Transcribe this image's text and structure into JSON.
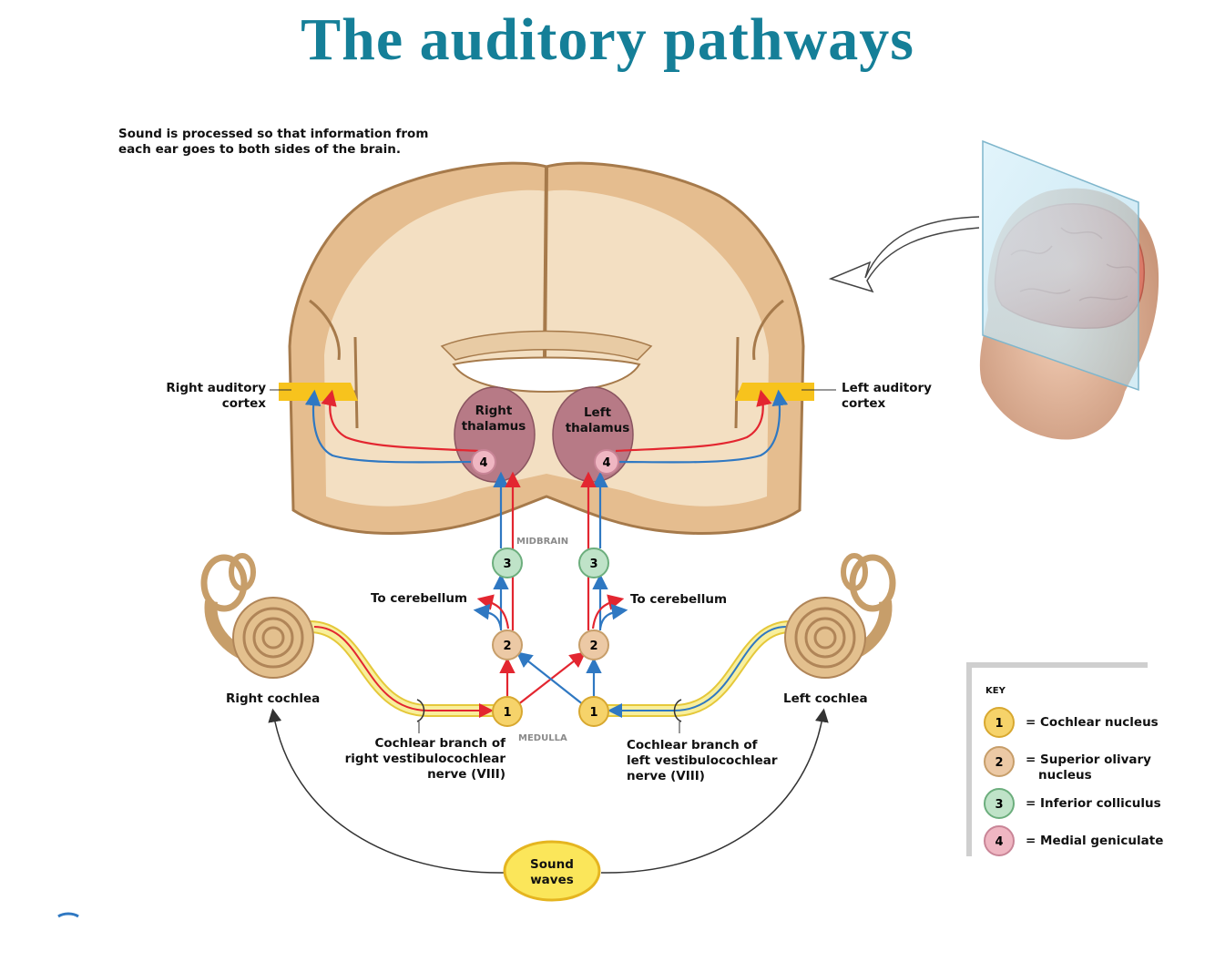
{
  "title": "The auditory pathways",
  "intro": [
    "Sound is processed so that information from",
    "each ear goes to both sides of the brain."
  ],
  "labels": {
    "right_auditory_cortex": [
      "Right auditory",
      "cortex"
    ],
    "left_auditory_cortex": [
      "Left auditory",
      "cortex"
    ],
    "right_thalamus": [
      "Right",
      "thalamus"
    ],
    "left_thalamus": [
      "Left",
      "thalamus"
    ],
    "midbrain": "MIDBRAIN",
    "medulla": "MEDULLA",
    "to_cerebellum_left": "To cerebellum",
    "to_cerebellum_right": "To cerebellum",
    "right_cochlea": "Right cochlea",
    "left_cochlea": "Left cochlea",
    "right_nerve": [
      "Cochlear branch of",
      "right vestibulocochlear",
      "nerve (VIII)"
    ],
    "left_nerve": [
      "Cochlear branch of",
      "left vestibulocochlear",
      "nerve (VIII)"
    ],
    "sound_waves": [
      "Sound",
      "waves"
    ]
  },
  "nodes": [
    "1",
    "2",
    "3",
    "4"
  ],
  "key": {
    "title": "KEY",
    "items": [
      {
        "num": "1",
        "text": [
          "= Cochlear nucleus"
        ],
        "color": "#f6d36a"
      },
      {
        "num": "2",
        "text": [
          "= Superior olivary",
          "nucleus"
        ],
        "color": "#ecc9a5"
      },
      {
        "num": "3",
        "text": [
          "= Inferior colliculus"
        ],
        "color": "#bfe3c8"
      },
      {
        "num": "4",
        "text": [
          "= Medial geniculate"
        ],
        "color": "#efb6c2"
      }
    ]
  },
  "colors": {
    "title": "#157f98",
    "brain": "#e5bd8f",
    "brain_outline": "#a67a4b",
    "thalamus": "#b77a86",
    "red_path": "#e32630",
    "blue_path": "#2f78c2",
    "nerve": "#f6e56a"
  }
}
